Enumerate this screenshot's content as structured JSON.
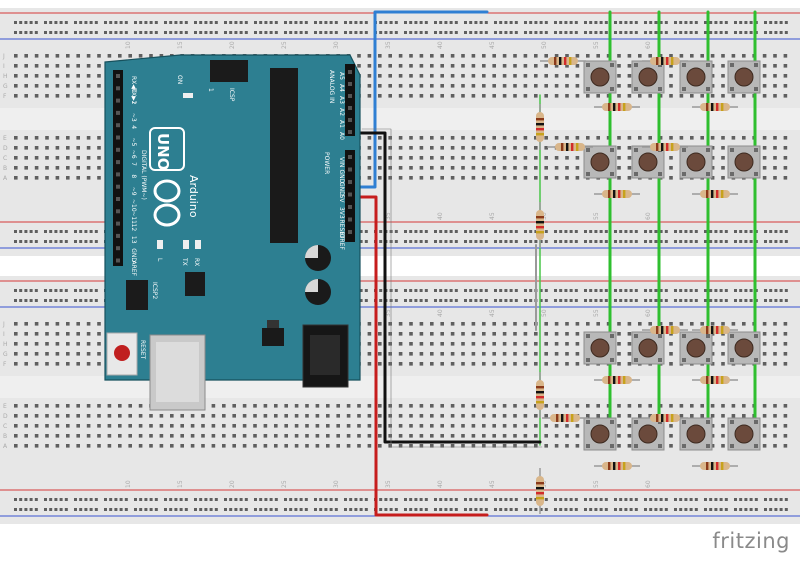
{
  "brand": "fritzing",
  "colors": {
    "board_bg": "#e7e7e7",
    "board_hole": "#5f5f5f",
    "rail_red": "#d43a3a",
    "rail_blue": "#3a53d1",
    "arduino": "#2d7f91",
    "arduino_dark": "#1f5e6c",
    "wire_green": "#2fbf2f",
    "wire_black": "#111111",
    "wire_red": "#c61d1d",
    "wire_blue": "#2f7fd3",
    "wire_gray": "#9a9a9a",
    "button_body": "#b8b8b8",
    "button_cap": "#6b4a3c"
  },
  "breadboard": {
    "row_letters": [
      "J",
      "I",
      "H",
      "G",
      "F",
      "E",
      "D",
      "C",
      "B",
      "A"
    ],
    "column_numbers": [
      "10",
      "15",
      "20",
      "25",
      "30",
      "35",
      "40",
      "45",
      "50",
      "55",
      "60"
    ]
  },
  "arduino": {
    "model": "UNO",
    "brand": "Arduino",
    "left_header_labels": [
      "RX◀0",
      "TX▶1",
      "2",
      "~3",
      "4",
      "~5",
      "~6",
      "7",
      "8",
      "~9",
      "~10",
      "~11",
      "12",
      "13",
      "GND",
      "AREF"
    ],
    "digital_label": "DIGITAL (PWM~)",
    "right_header_labels": [
      "A5",
      "A4",
      "A3",
      "A2",
      "A1",
      "A0"
    ],
    "analog_label": "ANALOG IN",
    "power_header_labels": [
      "VIN",
      "GND",
      "GND",
      "5V",
      "3V3",
      "RESET",
      "IOREF"
    ],
    "power_label": "POWER",
    "on_label": "ON",
    "icsp_label": "ICSP",
    "icsp2_label": "ICSP2",
    "reset_label": "RESET",
    "tx_label": "TX",
    "rx_label": "RX",
    "l_label": "L",
    "one_label": "1"
  }
}
